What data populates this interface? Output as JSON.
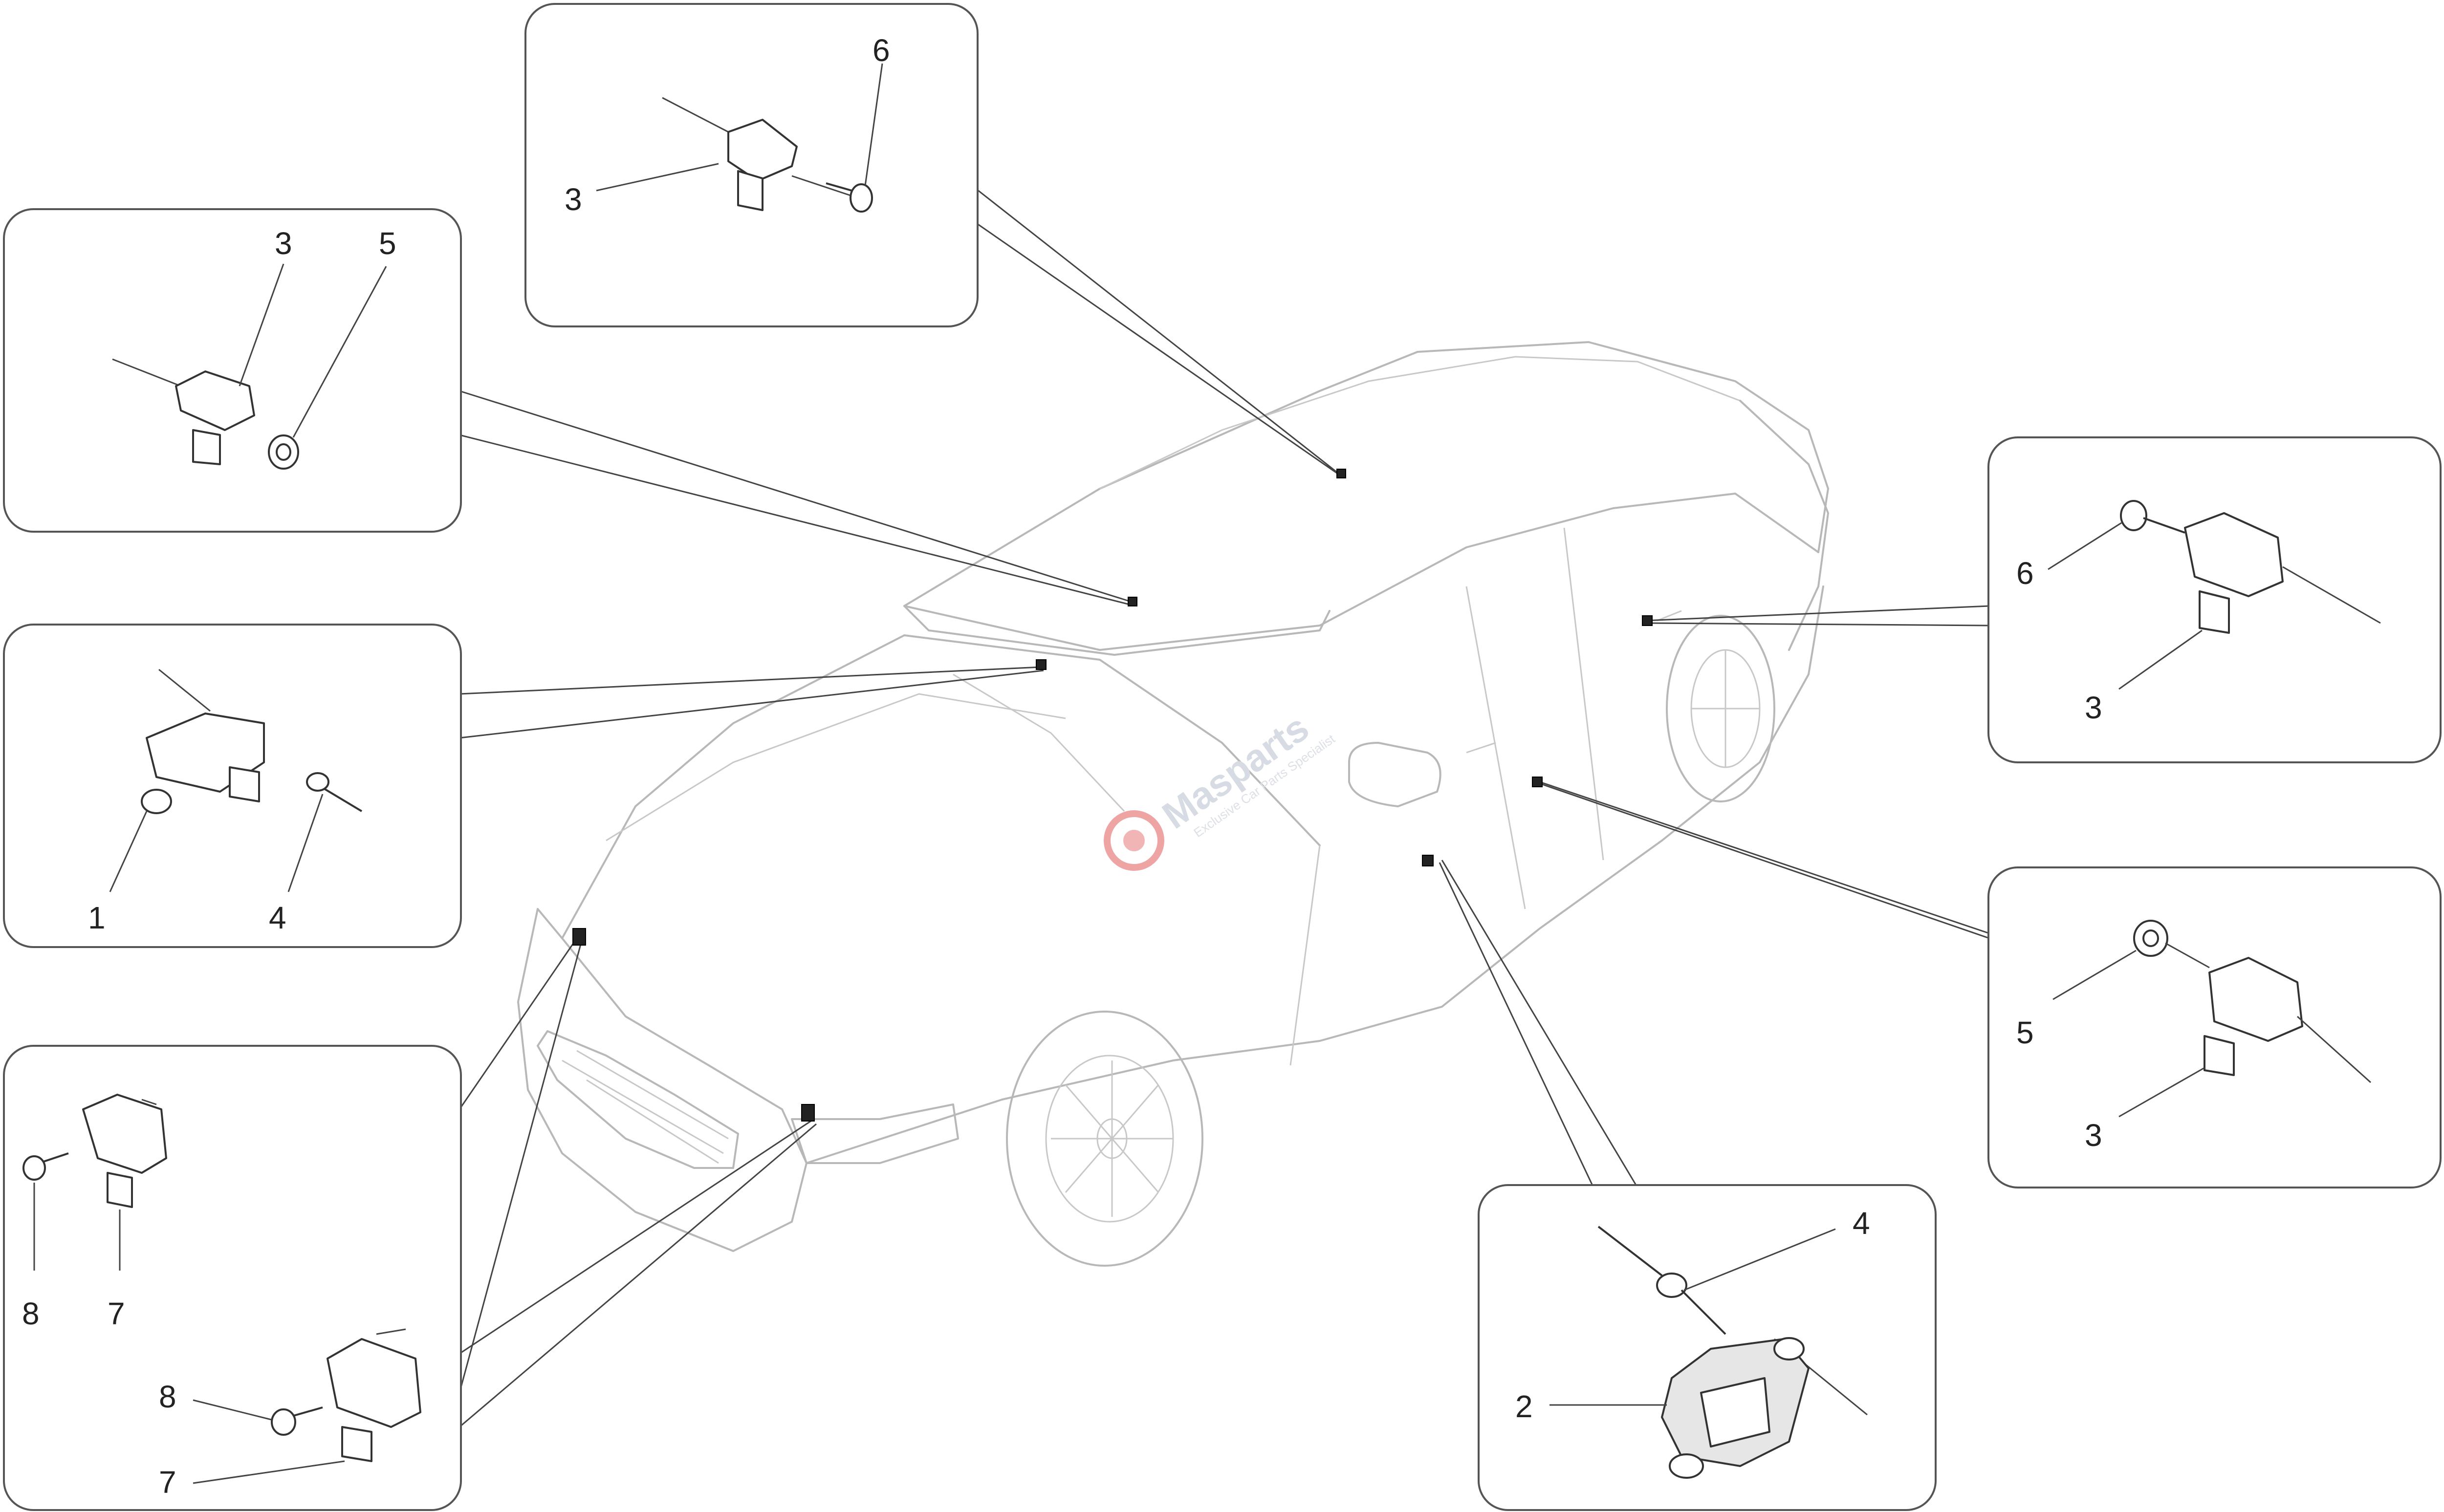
{
  "watermark": {
    "brand": "Masparts",
    "tagline": "Exclusive Car Parts Specialist"
  },
  "callouts": {
    "top_box_6": "6",
    "top_box_3": "3",
    "upper_left_3": "3",
    "upper_left_5": "5",
    "mid_left_1": "1",
    "mid_left_4": "4",
    "lower_left_8a": "8",
    "lower_left_7a": "7",
    "lower_left_8b": "8",
    "lower_left_7b": "7",
    "right_top_6": "6",
    "right_top_3": "3",
    "right_mid_5": "5",
    "right_mid_3": "3",
    "bottom_4": "4",
    "bottom_2": "2"
  },
  "colors": {
    "outline": "#555555",
    "car_lines": "#b8b8b8",
    "watermark_red": "#e25a5a"
  }
}
